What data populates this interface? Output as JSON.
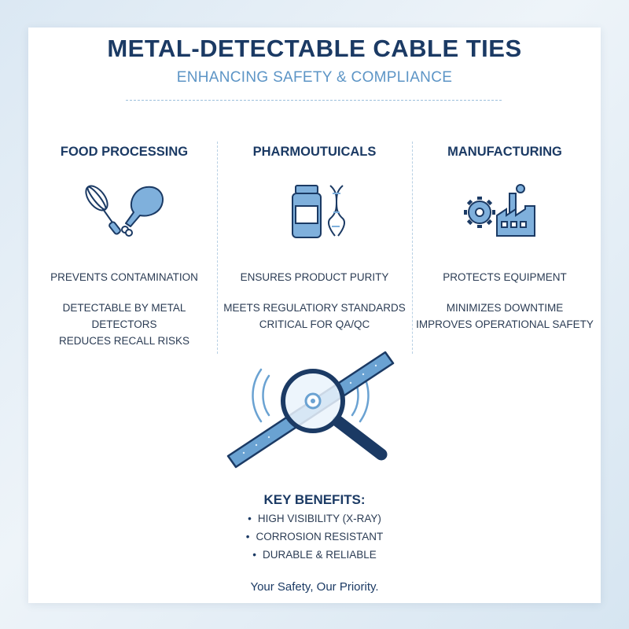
{
  "header": {
    "title": "METAL-DETECTABLE CABLE TIES",
    "subtitle": "ENHANCING SAFETY & COMPLIANCE"
  },
  "columns": [
    {
      "heading": "FOOD PROCESSING",
      "icons": [
        "whisk-icon",
        "drumstick-icon"
      ],
      "line1": "PREVENTS CONTAMINATION",
      "line2": "DETECTABLE BY METAL DETECTORS",
      "line3": "REDUCES RECALL RISKS"
    },
    {
      "heading": "PHARMOUTUICALS",
      "icons": [
        "medicine-jar-icon",
        "dna-icon"
      ],
      "line1": "ENSURES PRODUCT PURITY",
      "line2": "MEETS REGULATIORY STANDARDS",
      "line3": "CRITICAL FOR QA/QC"
    },
    {
      "heading": "MANUFACTURING",
      "icons": [
        "gear-icon",
        "factory-icon"
      ],
      "line1": "PROTECTS EQUIPMENT",
      "line2": "MINIMIZES DOWNTIME",
      "line3": "IMPROVES OPERATIONAL SAFETY"
    }
  ],
  "hero": {
    "icons": [
      "cable-tie-icon",
      "magnifier-icon",
      "detection-wave-icon"
    ]
  },
  "benefits": {
    "heading": "KEY BENEFITS:",
    "items": [
      "HIGH VISIBILITY (X-RAY)",
      "CORROSION RESISTANT",
      "DURABLE & RELIABLE"
    ]
  },
  "footer": {
    "tagline": "Your Safety, Our Priority."
  },
  "colors": {
    "navy": "#1b3a64",
    "accent_blue": "#5d95c6",
    "icon_fill": "#7fb0dc"
  }
}
